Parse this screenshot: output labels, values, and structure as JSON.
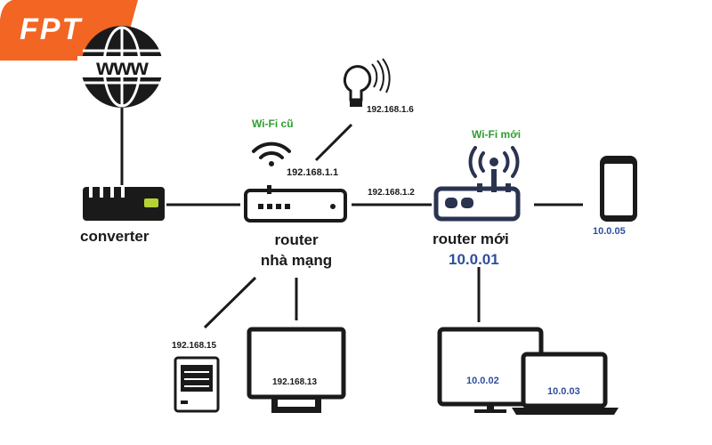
{
  "logo": {
    "text": "FPT"
  },
  "devices": {
    "converter": {
      "label": "converter"
    },
    "isp_router": {
      "label_line1": "router",
      "label_line2": "nhà mạng",
      "ip": "192.168.1.1",
      "wifi": "Wi-Fi cũ"
    },
    "new_router": {
      "label": "router mới",
      "ip": "10.0.01",
      "uplink_ip": "192.168.1.2",
      "wifi": "Wi-Fi mới"
    },
    "bulb": {
      "ip": "192.168.1.6"
    },
    "phone": {
      "ip": "10.0.05"
    },
    "server": {
      "ip": "192.168.15"
    },
    "monitor": {
      "ip": "192.168.13"
    },
    "desktop": {
      "ip": "10.0.02"
    },
    "laptop": {
      "ip": "10.0.03"
    }
  }
}
